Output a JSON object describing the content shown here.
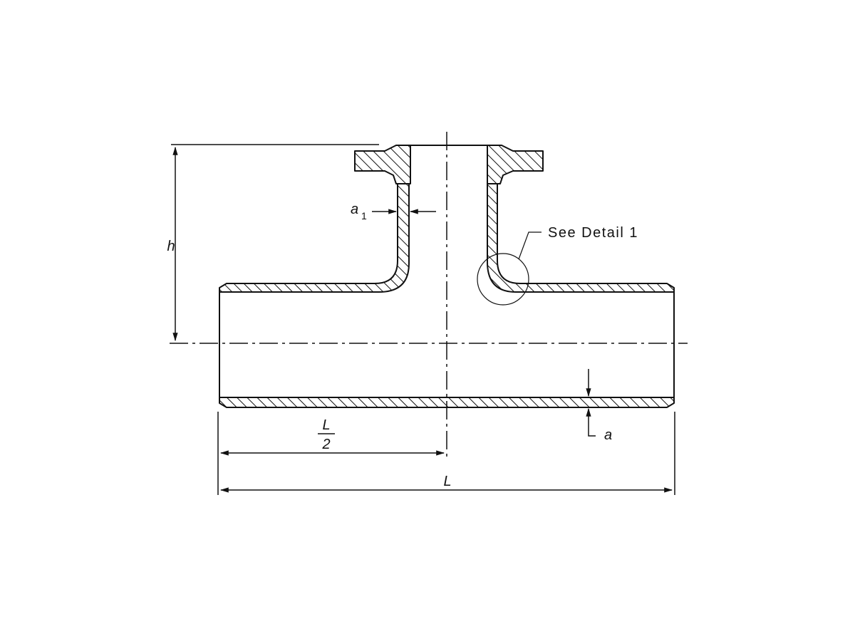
{
  "labels": {
    "height": "h",
    "branch_wall": "a",
    "branch_wall_sub": "1",
    "detail_callout": "See Detail 1",
    "run_wall": "a",
    "half_length_num": "L",
    "half_length_den": "2",
    "length": "L"
  }
}
